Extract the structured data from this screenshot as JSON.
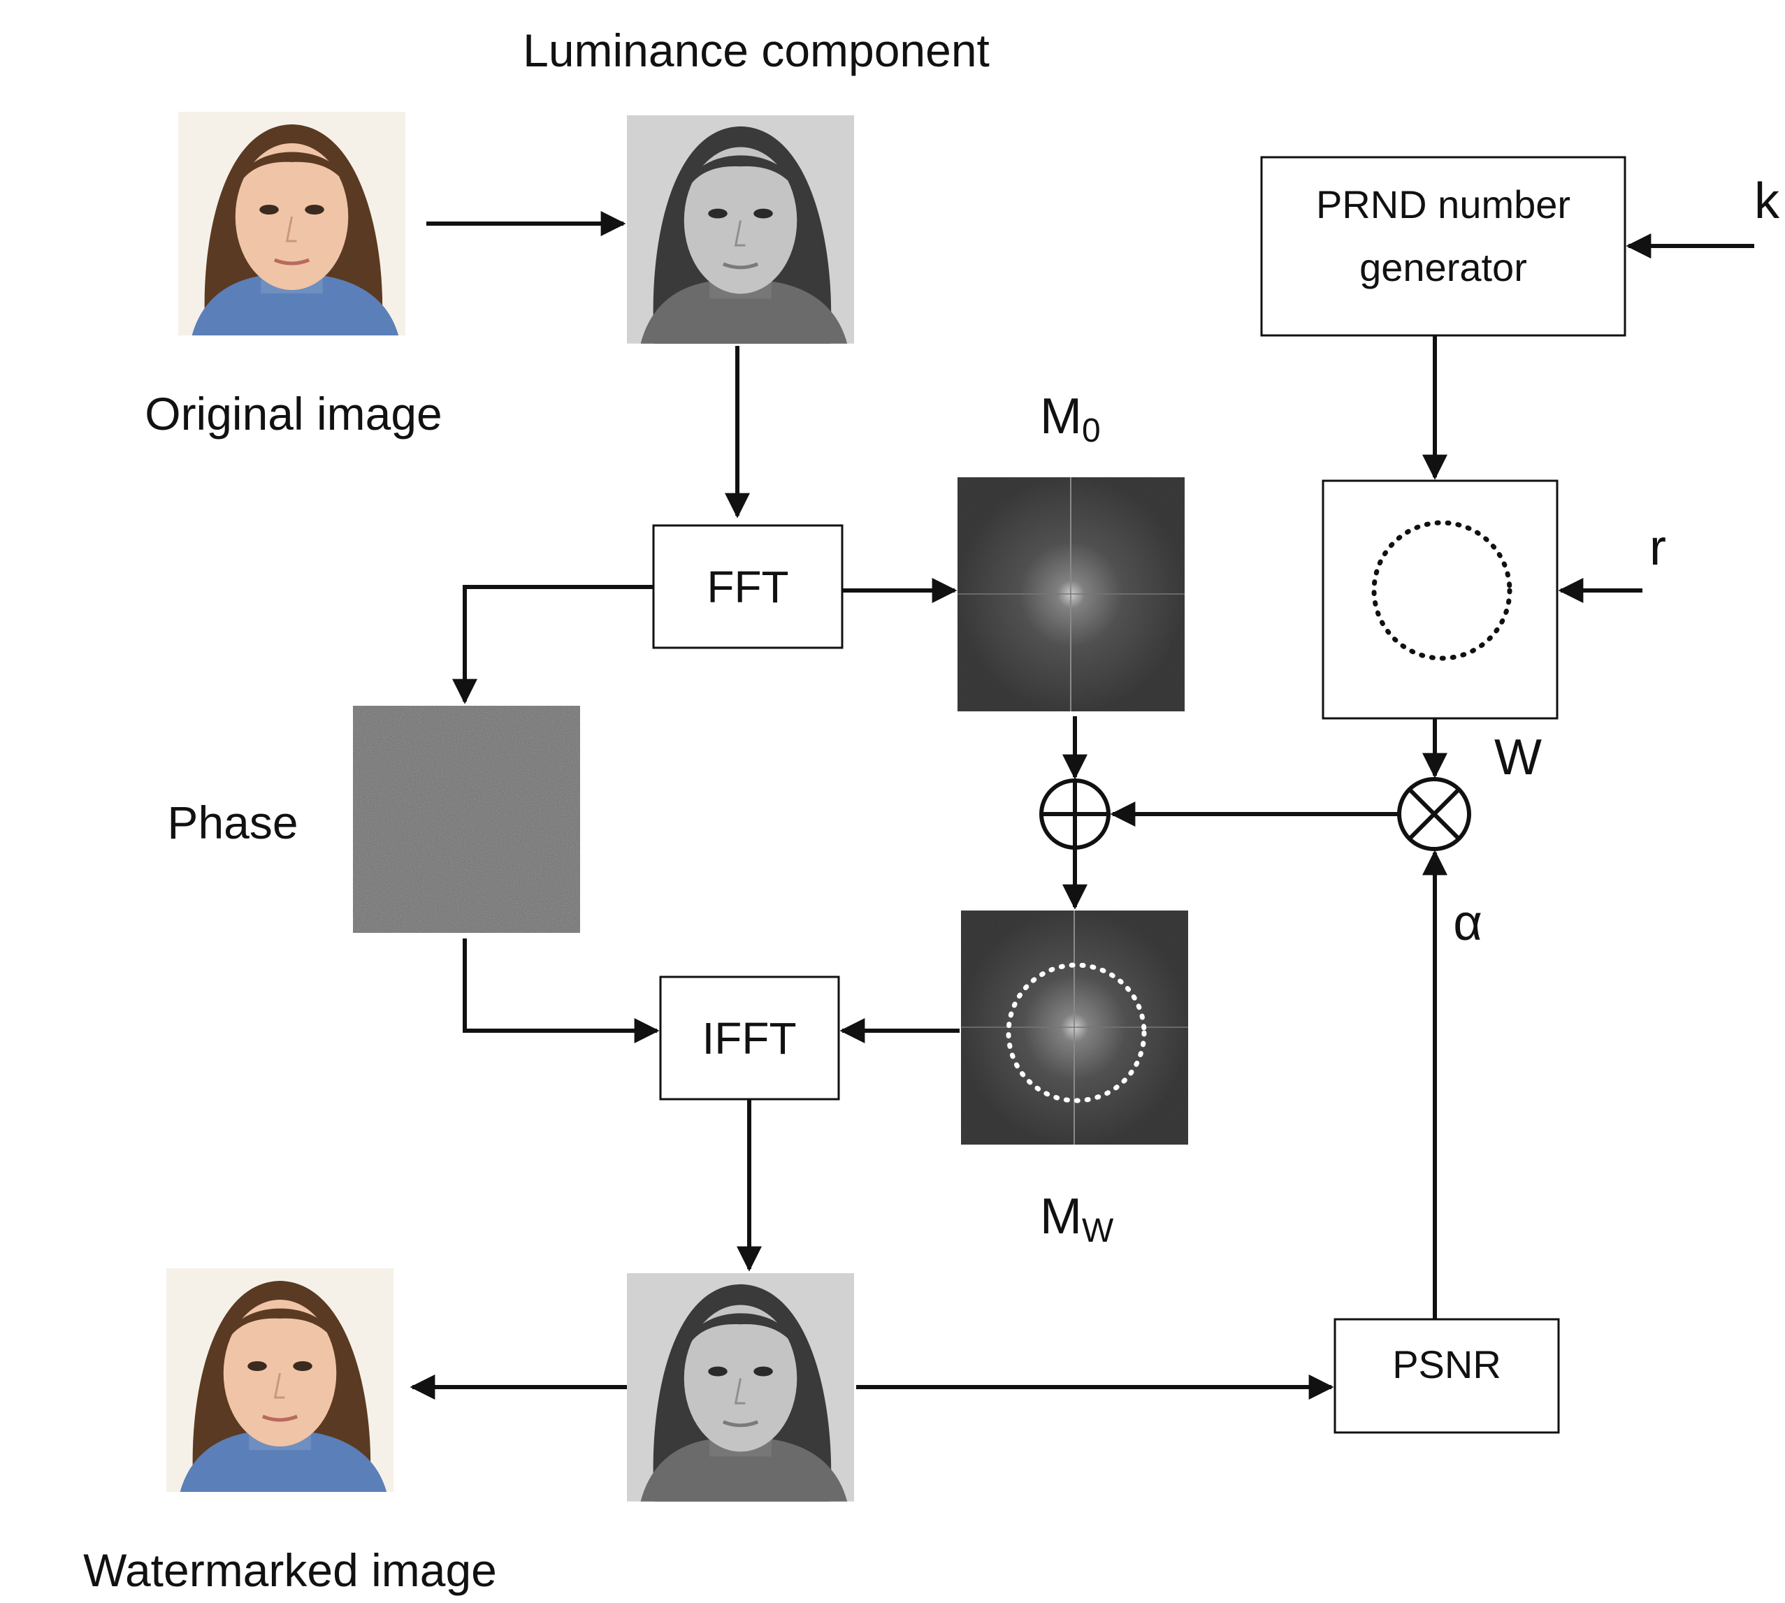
{
  "labels": {
    "luminance": "Luminance component",
    "original": "Original image",
    "phase": "Phase",
    "watermarked": "Watermarked image",
    "m0": "M",
    "m0_sub": "0",
    "mw": "M",
    "mw_sub": "W",
    "w": "W",
    "alpha": "α",
    "k": "k",
    "r": "r"
  },
  "blocks": {
    "prnd_line1": "PRND number",
    "prnd_line2": "generator",
    "fft": "FFT",
    "ifft": "IFFT",
    "psnr": "PSNR"
  },
  "colors": {
    "ink": "#111111",
    "spectrum_bg": "#2f2f2f",
    "phase_noise": "#6a6a6a",
    "skin": "#f0c4a6",
    "hair": "#5a3a22",
    "sweater": "#5b7fb8"
  }
}
